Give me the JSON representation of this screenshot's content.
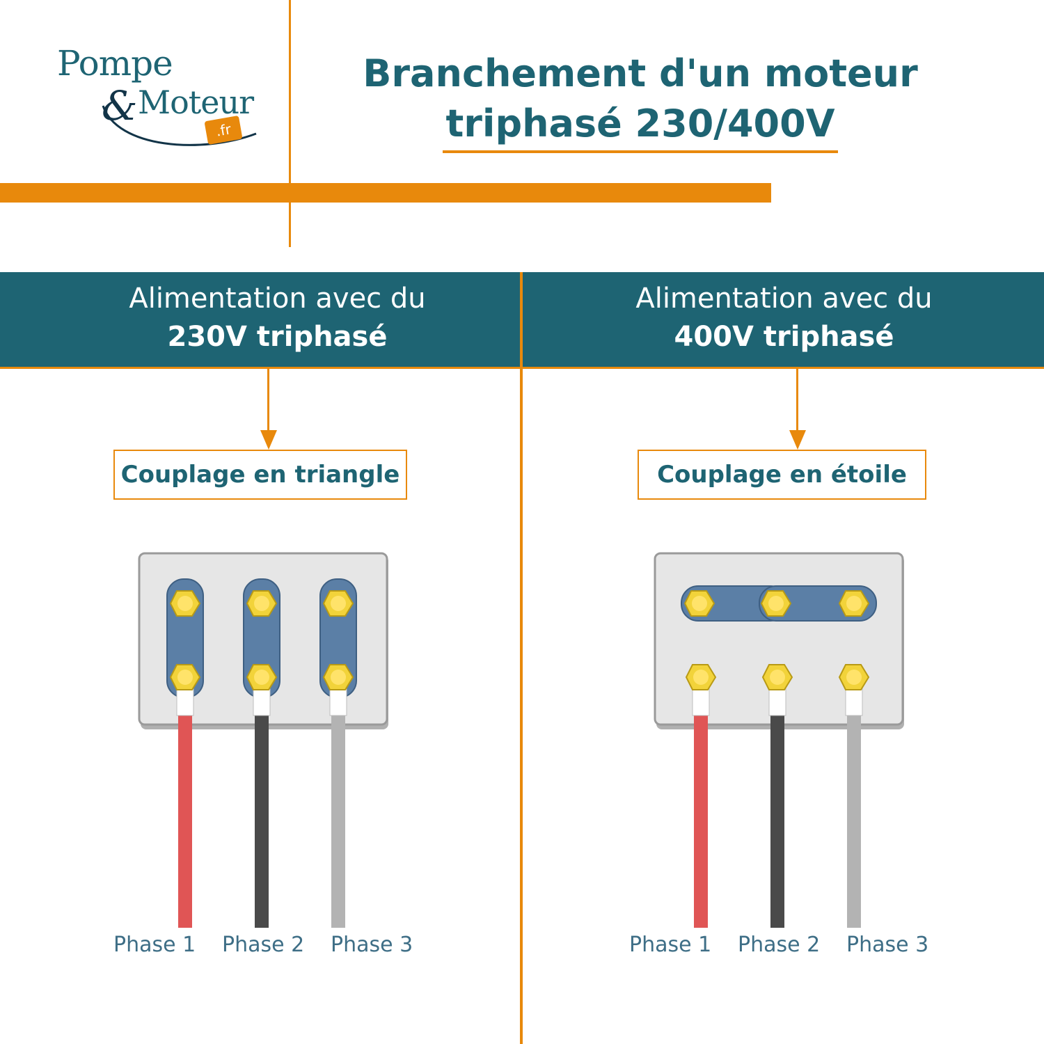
{
  "logo": {
    "word1": "Pompe",
    "ampersand": "&",
    "word2": "Moteur",
    "suffix": ".fr"
  },
  "title": {
    "line1": "Branchement d'un moteur",
    "line2": "triphasé 230/400V"
  },
  "left": {
    "header_line1": "Alimentation avec du",
    "header_line2": "230V triphasé",
    "coupling": "Couplage en triangle",
    "phases": [
      "Phase 1",
      "Phase 2",
      "Phase 3"
    ]
  },
  "right": {
    "header_line1": "Alimentation avec du",
    "header_line2": "400V triphasé",
    "coupling": "Couplage en étoile",
    "phases": [
      "Phase 1",
      "Phase 2",
      "Phase 3"
    ]
  },
  "colors": {
    "teal": "#1e6473",
    "orange": "#e8890c",
    "wire_phase1": "#e05555",
    "wire_phase2": "#4a4a4a",
    "wire_phase3": "#b3b3b3",
    "strap": "#5b7fa6",
    "nut": "#f2d33a"
  }
}
